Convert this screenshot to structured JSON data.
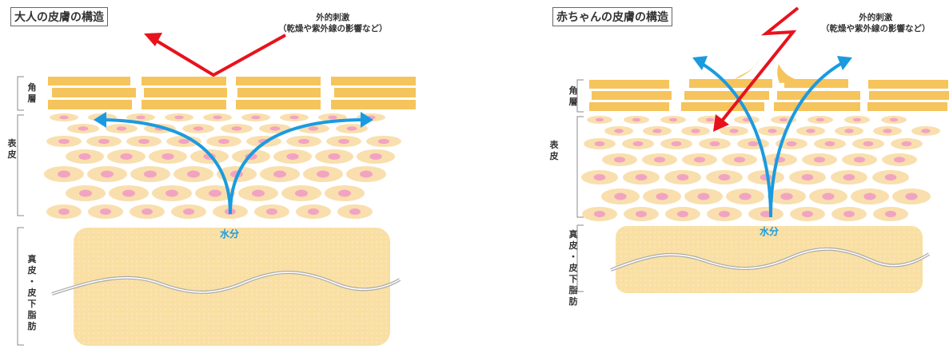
{
  "panels": [
    {
      "title": "大人の皮膚の構造",
      "stimulus_line1": "外的刺激",
      "stimulus_line2": "（乾燥や紫外線の影響など）",
      "label_stratum_corneum": [
        "角",
        "層"
      ],
      "label_epidermis": [
        "表",
        "皮"
      ],
      "label_dermis": [
        "真",
        "皮",
        "・",
        "皮",
        "下",
        "脂",
        "肪"
      ],
      "water_label": "水分"
    },
    {
      "title": "赤ちゃんの皮膚の構造",
      "stimulus_line1": "外的刺激",
      "stimulus_line2": "（乾燥や紫外線の影響など）",
      "label_stratum_corneum": [
        "角",
        "層"
      ],
      "label_epidermis": [
        "表",
        "皮"
      ],
      "label_dermis": [
        "真",
        "皮",
        "・",
        "皮",
        "下",
        "脂",
        "肪"
      ],
      "water_label": "水分"
    }
  ],
  "colors": {
    "corneum": "#f6c45c",
    "cell": "#f9dfae",
    "nucleus": "#f2a3c2",
    "dermis": "#f9dfa3",
    "water_arrow": "#1a9be0",
    "stimulus_arrow": "#e8121c"
  }
}
